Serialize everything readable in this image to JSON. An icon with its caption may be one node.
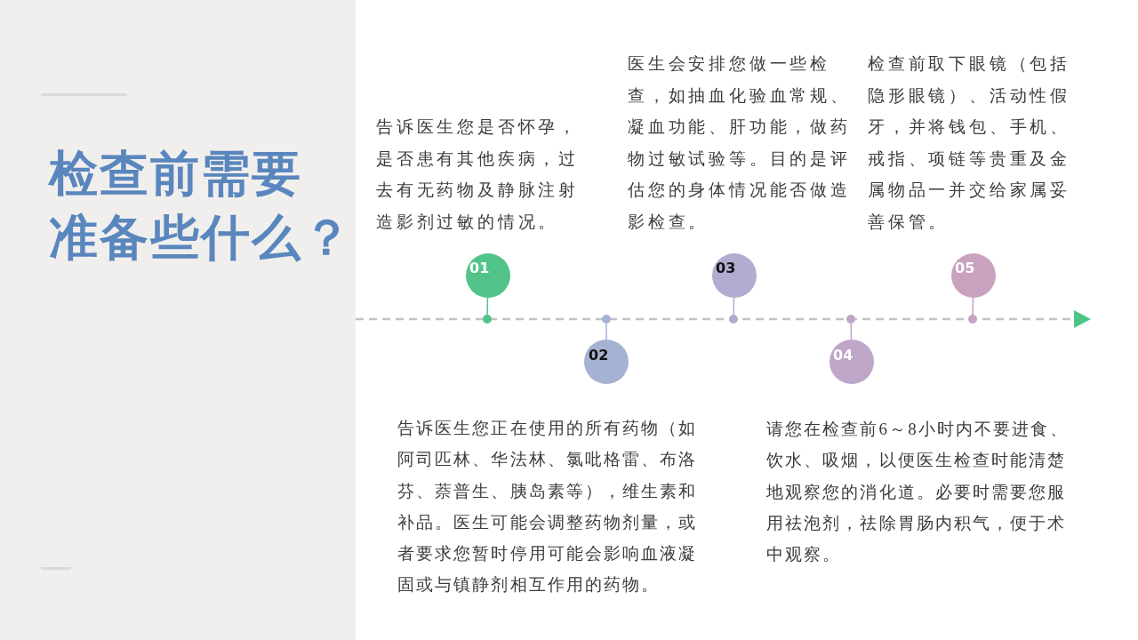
{
  "diagram": {
    "title": "检查前需要准备些什么？",
    "nodes": [
      {
        "text": [
          "01"
        ],
        "beside": [
          "告诉医生您是否怀孕，是否患有其他疾病，过去有无药物及静脉注射造影剂过敏的情况。"
        ]
      },
      {
        "text": [
          "02"
        ],
        "beside": [
          "告诉医生您正在使用的所有药物（如阿司匹林、华法林、氯吡格雷、布洛芬、萘普生、胰岛素等），维生素和补品。医生可能会调整药物剂量，或者要求您暂时停用可能会影响血液凝固或与镇静剂相互作用的药物。"
        ]
      },
      {
        "text": [
          "03"
        ],
        "beside": [
          "医生会安排您做一些检查，如抽血化验血常规、凝血功能、肝功能，做药物过敏试验等。目的是评估您的身体情况能否做造影检查。"
        ]
      },
      {
        "text": [
          "04"
        ],
        "beside": [
          "请您在检查前6～8小时内不要进食、饮水、吸烟，以便医生检查时能清楚地观察您的消化道。必要时需要您服用祛泡剂，祛除胃肠内积气，便于术中观察。"
        ]
      },
      {
        "text": [
          "05"
        ],
        "beside": [
          "检查前取下眼镜（包括隐形眼镜）、活动性假牙，并将钱包、手机、戒指、项链等贵重及金属物品一并交给家属妥善保管。"
        ]
      },
      {
        "text": [],
        "shape": "circle"
      },
      {
        "text": [],
        "shape": "circle"
      },
      {
        "text": [],
        "shape": "circle"
      },
      {
        "text": [],
        "shape": "circle"
      },
      {
        "text": [],
        "shape": "circle"
      }
    ],
    "edges": [
      {
        "from": 0,
        "to": 5,
        "arrow": "none",
        "color": "#52c48a"
      },
      {
        "from": 1,
        "to": 6,
        "arrow": "none",
        "color": "#a6b2d3"
      },
      {
        "from": 2,
        "to": 7,
        "arrow": "none",
        "color": "#b3acd0"
      },
      {
        "from": 3,
        "to": 8,
        "arrow": "none",
        "color": "#bea6c8"
      },
      {
        "from": 4,
        "to": 9,
        "arrow": "none",
        "color": "#c9a2c0"
      }
    ]
  }
}
